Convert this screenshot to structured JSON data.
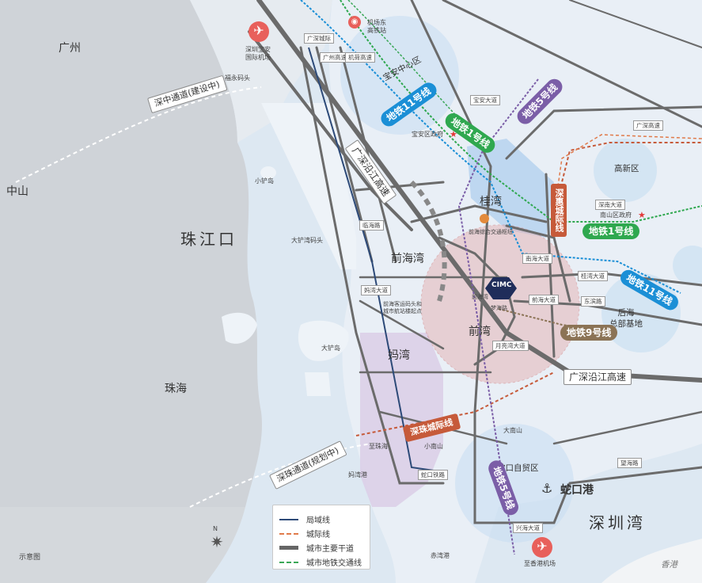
{
  "regions": {
    "guangzhou": "广州",
    "zhongshan": "中山",
    "zhuhai": "珠海",
    "pearl_estuary": "珠江口",
    "shenzhen_bay": "深圳湾",
    "hongkong": "香港"
  },
  "districts": {
    "qianhaiwan": "前海湾",
    "qianwan": "前湾",
    "guiwan": "桂湾",
    "mawan": "妈湾",
    "gaoxin": "高新区",
    "houhai": "后海\n总部基地",
    "shekou_ftz": "蛇口自贸区",
    "baoan_center": "宝安中心区"
  },
  "places": {
    "shenzhen_airport": "深圳宝安\n国际机场",
    "airport_east_station": "机场东\n高铁站",
    "hk_airport": "至香港机场",
    "fuyong_pier": "福永码头",
    "dachanwan_pier": "大铲湾码头",
    "xiaochan_island": "小铲岛",
    "dachan_island": "大铲岛",
    "xiaonanshan": "小南山",
    "danan_shan": "大南山",
    "mawan_port": "妈湾港",
    "chiwan_port": "赤湾港",
    "shekou_port": "蛇口港",
    "baoan_gov": "宝安区政府",
    "nanshan_gov": "南山区政府",
    "qh_hub": "前海综合交通枢纽",
    "ferry_hub": "前海客运码头和\n城市航站楼起点",
    "to_zhuhai": "至珠海",
    "cimc": "CIMC",
    "qhw_station": "前海湾",
    "mhlu_station": "梦海路"
  },
  "roads": {
    "coastal_hwy_1": "广深沿江高速",
    "coastal_hwy_2": "广深沿江高速",
    "shenzhong": "深中通道(建设中)",
    "shenzhu": "深珠通道(规划中)",
    "guangshen_hwy": "广深高速",
    "shennan": "深南大道",
    "guibin": "桂湾大道",
    "qianhai_ave": "前海大道",
    "dongbin": "东滨路",
    "wanghai": "望海路",
    "baoan_ave": "宝安大道",
    "mawan_ave": "妈湾大道",
    "nanhai": "南海大道",
    "linhai": "临海路",
    "yueliang": "月亮湾大道",
    "xinghai": "兴海大道",
    "shekou_rail": "蛇口铁路",
    "gz_shenzhen_line": "广深城际",
    "tech": "广州高速",
    "jihe": "机荷高速"
  },
  "metro": {
    "line11_a": "地铁11号线",
    "line11_b": "地铁11号线",
    "line1_a": "地铁1号线",
    "line1_b": "地铁1号线",
    "line5_a": "地铁5号线",
    "line5_b": "地铁5号线",
    "line9": "地铁9号线",
    "szhz": "深惠城际线",
    "szzh": "深珠城际线"
  },
  "legend": {
    "items": [
      {
        "label": "局域线",
        "color": "#2d4a78"
      },
      {
        "label": "城际线",
        "color": "#e07a4a"
      },
      {
        "label": "城市主要干道",
        "color": "#666666"
      },
      {
        "label": "城市地铁交通线",
        "color": "#3aa757"
      }
    ]
  },
  "colors": {
    "sea": "#dde8f2",
    "land": "#eef3f8",
    "grey_land": "#cfd3d8",
    "line11": "#1b8fd6",
    "line1": "#2fa84f",
    "line5": "#7b5ea7",
    "line9": "#8b7355",
    "intercity": "#c65a3a"
  },
  "footer": {
    "note": "示意图"
  }
}
